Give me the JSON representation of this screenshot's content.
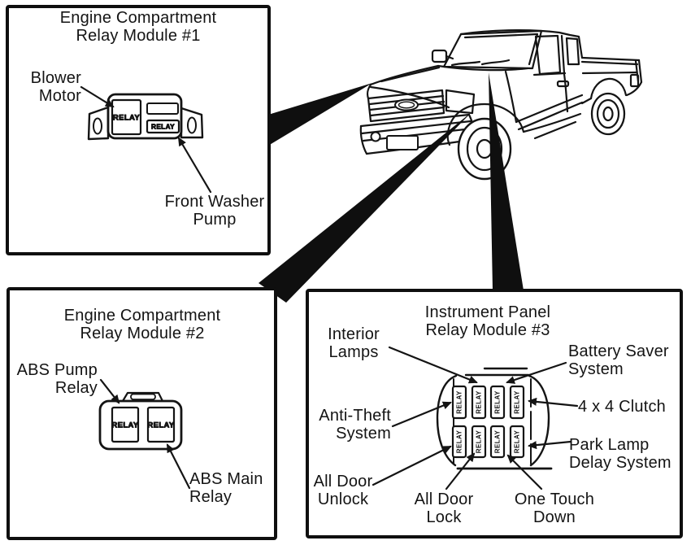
{
  "colors": {
    "ink": "#141414",
    "paper": "#ffffff"
  },
  "relay_label": "RELAY",
  "vehicle_icon": "pickup-truck-line-art",
  "panel1": {
    "title1": "Engine Compartment",
    "title2": "Relay Module #1",
    "blower1": "Blower",
    "blower2": "Motor",
    "washer1": "Front Washer",
    "washer2": "Pump"
  },
  "panel2": {
    "title1": "Engine Compartment",
    "title2": "Relay Module #2",
    "pump1": "ABS Pump",
    "pump2": "Relay",
    "main1": "ABS Main",
    "main2": "Relay"
  },
  "panel3": {
    "title1": "Instrument Panel",
    "title2": "Relay Module #3",
    "interior1": "Interior",
    "interior2": "Lamps",
    "battery1": "Battery Saver",
    "battery2": "System",
    "anti1": "Anti-Theft",
    "anti2": "System",
    "clutch": "4 x 4 Clutch",
    "unlock1": "All Door",
    "unlock2": "Unlock",
    "park1": "Park Lamp",
    "park2": "Delay System",
    "lock1": "All Door",
    "lock2": "Lock",
    "touch1": "One Touch",
    "touch2": "Down"
  }
}
